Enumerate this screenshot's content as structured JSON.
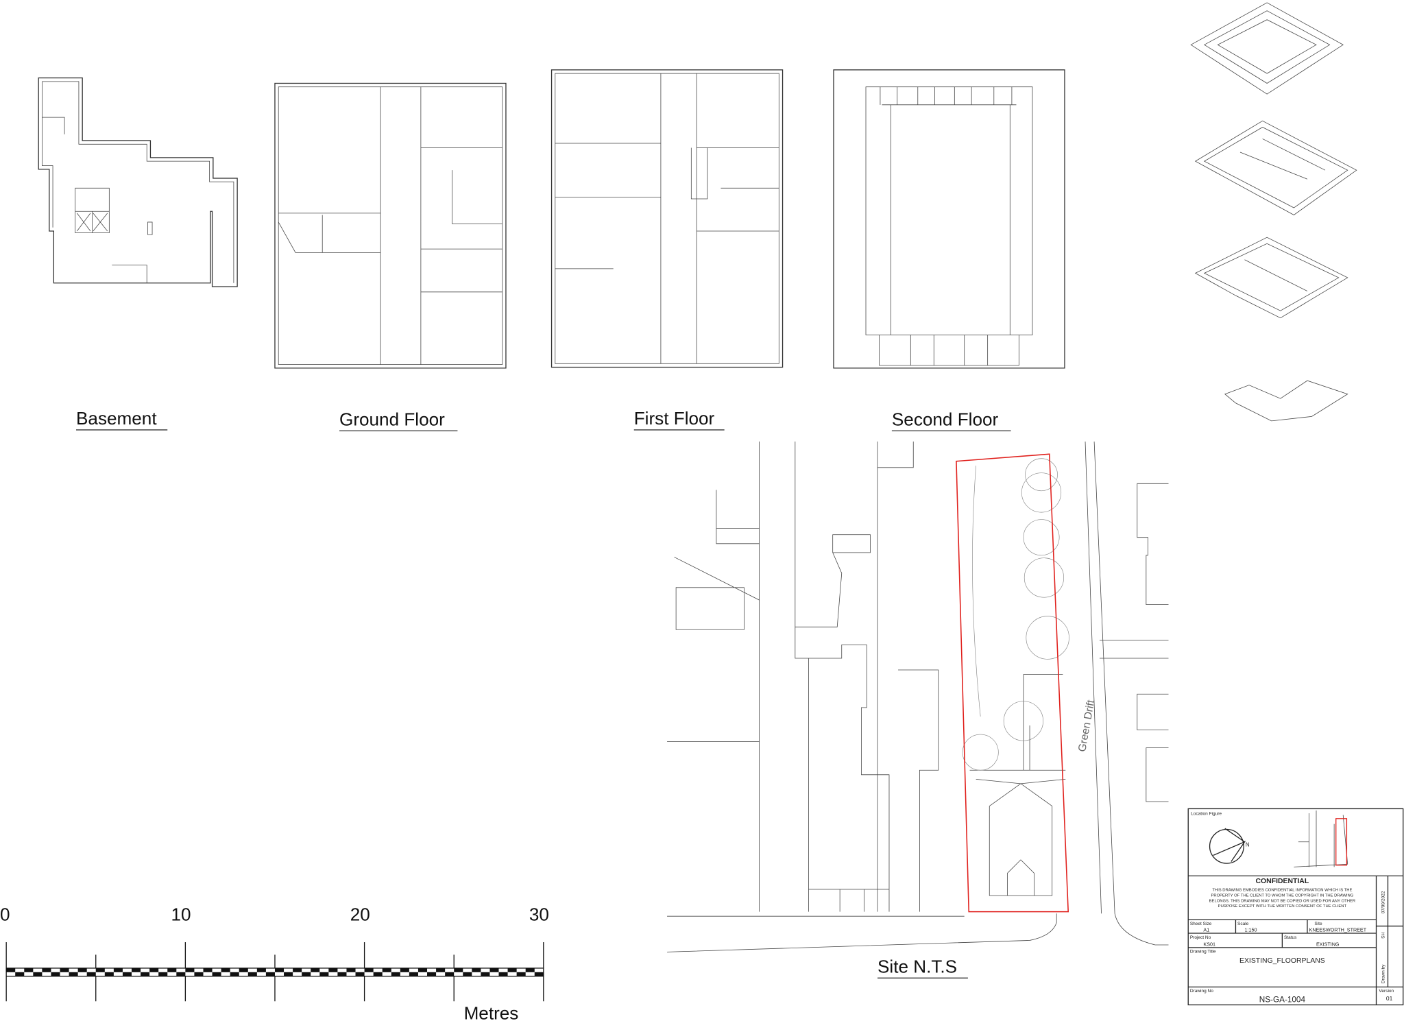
{
  "plans": {
    "basement": "Basement",
    "ground_floor": "Ground Floor",
    "first_floor": "First Floor",
    "second_floor": "Second Floor",
    "site": "Site N.T.S"
  },
  "scale_bar": {
    "ticks": [
      "0",
      "10",
      "20",
      "30"
    ],
    "unit": "Metres"
  },
  "site_plan": {
    "street_label": "Green Drift"
  },
  "title_block": {
    "location_figure_label": "Location Figure",
    "north_label": "N",
    "confidential_heading": "CONFIDENTIAL",
    "confidential_lines": [
      "THIS DRAWING EMBODIES CONFIDENTIAL INFORMATION WHICH IS THE",
      "PROPERTY OF THE CLIENT TO WHOM THE COPYRIGHT IN THE DRAWING",
      "BELONGS. THIS DRAWING MAY NOT BE COPIED OR USED FOR ANY OTHER",
      "PURPOSE EXCEPT WITH THE WRITTEN CONSENT OF THE CLIENT"
    ],
    "date": "07/09/2022",
    "drawn_by_label": "Drawn by",
    "drawn_by": "SH",
    "sheet_size_label": "Sheet Size",
    "sheet_size": "A1",
    "scale_label": "Scale",
    "scale": "1:150",
    "site_label": "Site",
    "site": "KNEESWORTH_STREET",
    "project_no_label": "Project No",
    "project_no": "KS01",
    "status_label": "Status",
    "status": "EXISTING",
    "drawing_title_label": "Drawing Title",
    "drawing_title": "EXISTING_FLOORPLANS",
    "drawing_no_label": "Drawing No",
    "drawing_no": "NS-GA-1004",
    "version_label": "Version",
    "version": "01"
  },
  "colors": {
    "boundary": "#e0201c",
    "line": "#333333"
  }
}
